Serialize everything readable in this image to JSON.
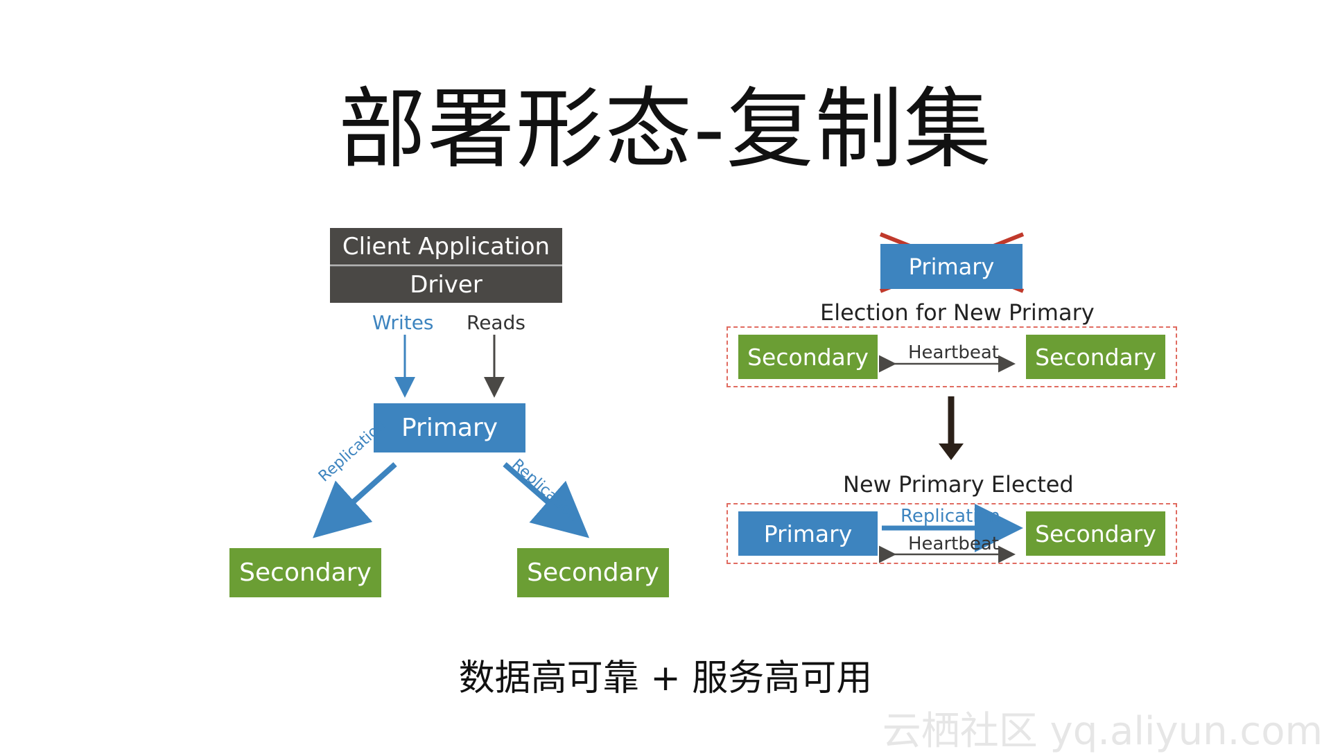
{
  "title": "部署形态-复制集",
  "left_diagram": {
    "client_application": "Client Application",
    "driver": "Driver",
    "writes": "Writes",
    "reads": "Reads",
    "primary": "Primary",
    "replication_left": "Replication",
    "replication_right": "Replication",
    "secondary_left": "Secondary",
    "secondary_right": "Secondary"
  },
  "right_diagram": {
    "failed_primary": "Primary",
    "election_label": "Election for New Primary",
    "top_secondary_left": "Secondary",
    "top_heartbeat": "Heartbeat",
    "top_secondary_right": "Secondary",
    "elected_label": "New Primary Elected",
    "bottom_primary": "Primary",
    "bottom_replication": "Replication",
    "bottom_heartbeat": "Heartbeat",
    "bottom_secondary": "Secondary"
  },
  "footer": "数据高可靠 + 服务高可用",
  "watermark": "云栖社区 yq.aliyun.com",
  "colors": {
    "primary_blue": "#3d84bf",
    "secondary_green": "#6b9e34",
    "client_dark": "#4a4845",
    "dashed_border": "#e06b60",
    "cross_red": "#c0392b"
  }
}
